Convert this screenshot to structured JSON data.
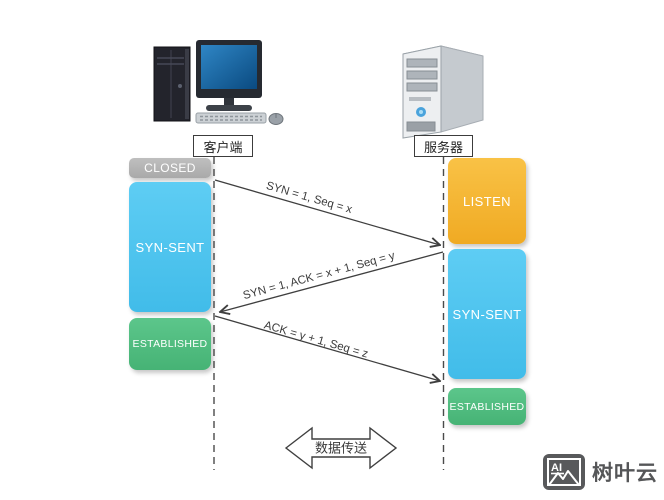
{
  "nodes": {
    "client": {
      "label": "客户端"
    },
    "server": {
      "label": "服务器"
    }
  },
  "client_states": [
    {
      "label": "CLOSED",
      "color": "#b5b5b5"
    },
    {
      "label": "SYN-SENT",
      "color": "#4ec5f0"
    },
    {
      "label": "ESTABLISHED",
      "color": "#52be80"
    }
  ],
  "server_states": [
    {
      "label": "LISTEN",
      "color": "#f6b42f"
    },
    {
      "label": "SYN-SENT",
      "color": "#4ec5f0"
    },
    {
      "label": "ESTABLISHED",
      "color": "#52be80"
    }
  ],
  "messages": [
    {
      "label": "SYN = 1, Seq = x",
      "from": "client",
      "to": "server"
    },
    {
      "label": "SYN = 1, ACK = x + 1, Seq = y",
      "from": "server",
      "to": "client"
    },
    {
      "label": "ACK = y + 1, Seq = z",
      "from": "client",
      "to": "server"
    }
  ],
  "footer": {
    "data_transfer_label": "数据传送"
  },
  "watermark": {
    "icon_label": "AI",
    "brand": "树叶云"
  }
}
